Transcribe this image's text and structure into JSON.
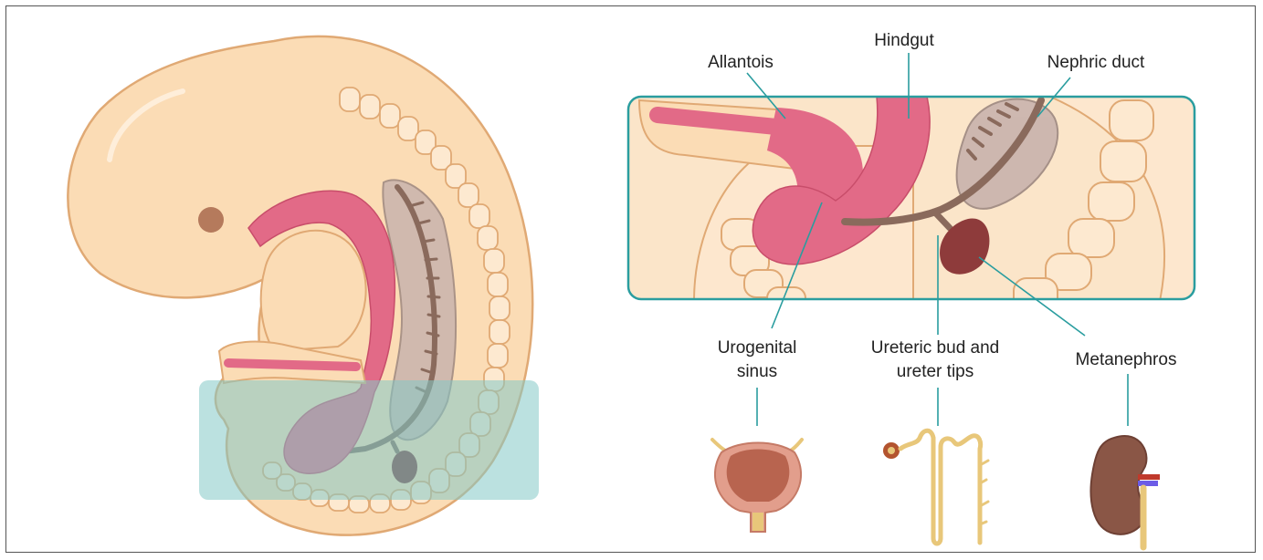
{
  "labels": {
    "allantois": "Allantois",
    "hindgut": "Hindgut",
    "nephric_duct": "Nephric duct",
    "urogenital_sinus_line1": "Urogenital",
    "urogenital_sinus_line2": "sinus",
    "ureteric_bud_line1": "Ureteric bud and",
    "ureteric_bud_line2": "ureter tips",
    "metanephros": "Metanephros"
  },
  "colors": {
    "embryo_skin": "#fbdcb5",
    "embryo_outline": "#e0a974",
    "gut_pink": "#e26a87",
    "nephric_brown": "#8a6a5c",
    "metanephros": "#8e3b3b",
    "highlight_teal": "#2a9d9f",
    "highlight_fill": "#9fd3d2"
  },
  "icons": [
    "bladder-icon",
    "nephron-icon",
    "kidney-icon"
  ]
}
